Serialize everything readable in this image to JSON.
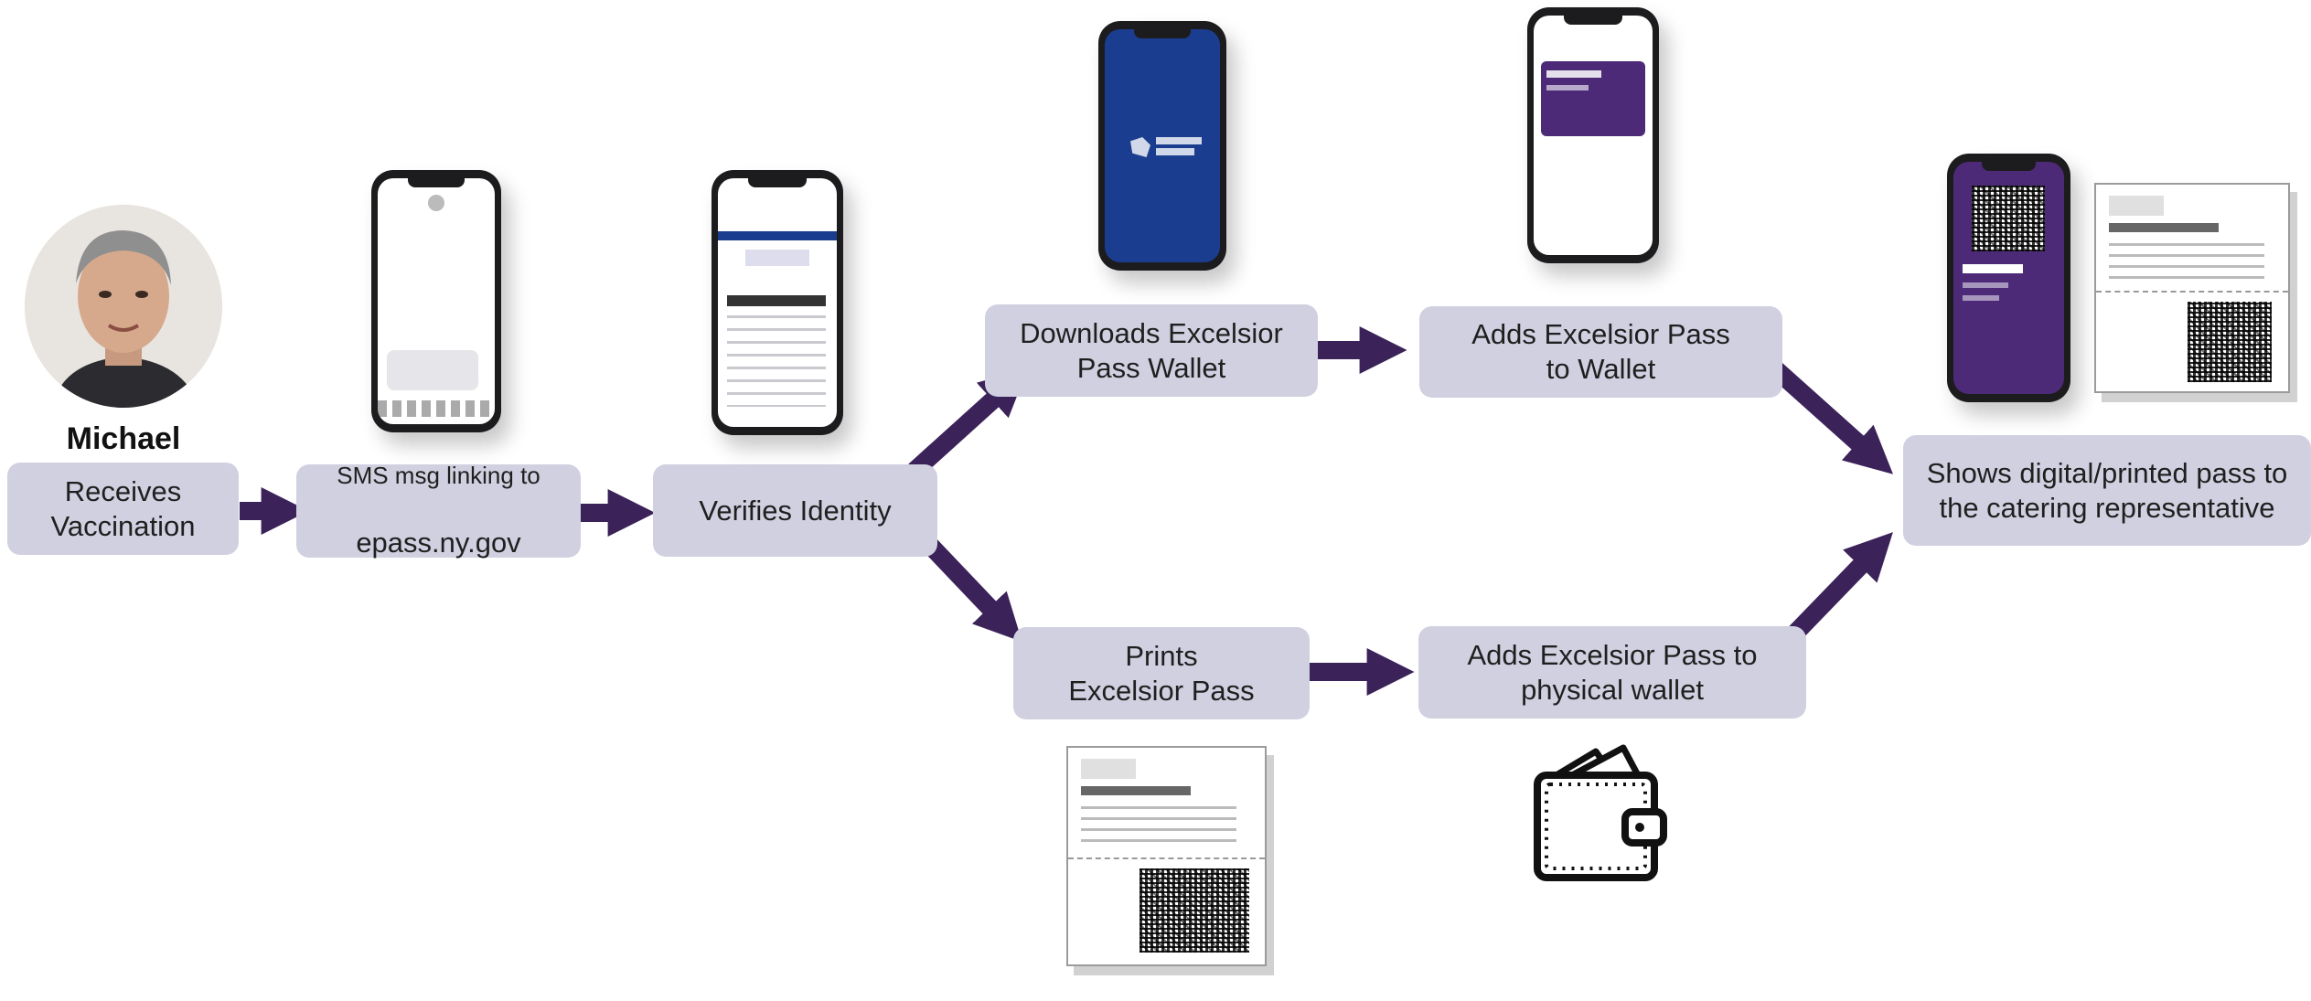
{
  "person": {
    "name": "Michael"
  },
  "steps": {
    "receives": "Receives\nVaccination",
    "sms_line1": "SMS msg linking to",
    "sms_line2": "epass.ny.gov",
    "verifies": "Verifies Identity",
    "downloads": "Downloads Excelsior\nPass Wallet",
    "adds_wallet": "Adds Excelsior Pass\nto Wallet",
    "prints": "Prints\nExcelsior Pass",
    "adds_physical": "Adds Excelsior Pass to\nphysical wallet",
    "shows": "Shows digital/printed pass to\nthe catering representative"
  },
  "colors": {
    "arrow": "#3b2259",
    "step_fill": "#d0d0e1",
    "brand_blue": "#1b3d8f",
    "pass_purple": "#4d2a78"
  },
  "icons": [
    "person-photo",
    "smartphone-icon",
    "qr-code-icon",
    "wallet-icon"
  ]
}
